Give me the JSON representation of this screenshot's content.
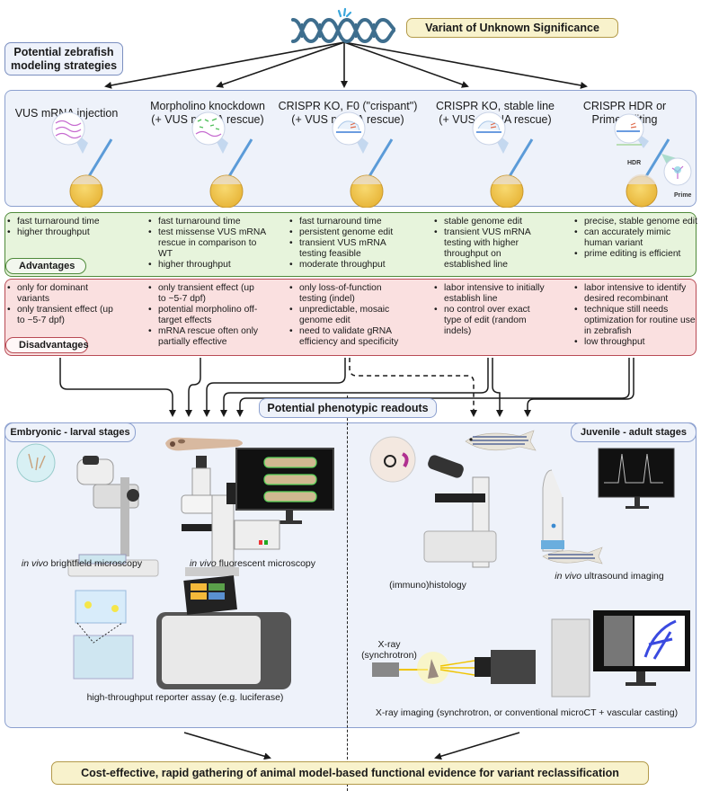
{
  "header": {
    "vus_label": "Variant of Unknown Significance",
    "strategies_label_line1": "Potential zebrafish",
    "strategies_label_line2": "modeling strategies"
  },
  "strategies": [
    {
      "title_line1": "VUS mRNA injection",
      "title_line2": "",
      "icon": "mrna-injection-embryo-icon"
    },
    {
      "title_line1": "Morpholino knockdown",
      "title_line2": "(+ VUS mRNA rescue)",
      "icon": "morpholino-injection-embryo-icon"
    },
    {
      "title_line1": "CRISPR KO, F0 (\"crispant\")",
      "title_line2": "(+ VUS mRNA rescue)",
      "icon": "crispr-injection-embryo-icon"
    },
    {
      "title_line1": "CRISPR KO, stable line",
      "title_line2": "(+ VUS mRNA rescue)",
      "icon": "crispr-injection-embryo-icon"
    },
    {
      "title_line1": "CRISPR HDR or",
      "title_line2": "Prime editing",
      "icon": "hdr-prime-injection-embryo-icon",
      "sub_labels": [
        "HDR",
        "Prime"
      ]
    }
  ],
  "advantages": {
    "label": "Advantages",
    "columns": [
      [
        "fast turnaround time",
        "higher throughput"
      ],
      [
        "fast turnaround time",
        "test missense VUS mRNA rescue in comparison to WT",
        "higher throughput"
      ],
      [
        "fast turnaround time",
        "persistent genome edit",
        "transient VUS mRNA testing feasible",
        "moderate throughput"
      ],
      [
        "stable genome edit",
        "transient VUS mRNA testing with higher throughput on established line"
      ],
      [
        "precise, stable genome edit",
        "can accurately mimic human variant",
        "prime editing is efficient"
      ]
    ]
  },
  "disadvantages": {
    "label": "Disadvantages",
    "columns": [
      [
        "only for dominant variants",
        "only transient effect (up to ~5-7 dpf)"
      ],
      [
        "only transient effect (up to ~5-7 dpf)",
        "potential morpholino off-target effects",
        "mRNA rescue often only partially effective"
      ],
      [
        "only loss-of-function testing (indel)",
        "unpredictable, mosaic genome edit",
        "need to validate gRNA efficiency and specificity"
      ],
      [
        "labor intensive to initially establish line",
        "no control over exact type of edit (random indels)"
      ],
      [
        "labor intensive to identify desired recombinant",
        "technique still needs optimization for routine use in zebrafish",
        "low throughput"
      ]
    ]
  },
  "readouts": {
    "title": "Potential phenotypic readouts",
    "embryonic": {
      "label": "Embryonic - larval stages",
      "methods": [
        {
          "prefix": "in vivo",
          "text": " brightfield microscopy"
        },
        {
          "prefix": "in vivo",
          "text": " fluorescent microscopy"
        },
        {
          "prefix": "",
          "text": "high-throughput reporter assay (e.g. luciferase)"
        }
      ]
    },
    "adult": {
      "label": "Juvenile - adult stages",
      "methods": [
        {
          "prefix": "",
          "text": "(immuno)histology"
        },
        {
          "prefix": "in vivo",
          "text": " ultrasound imaging"
        },
        {
          "prefix": "",
          "text": "X-ray imaging (synchrotron, or conventional microCT + vascular casting)"
        }
      ],
      "xray_source_line1": "X-ray",
      "xray_source_line2": "(synchrotron)"
    }
  },
  "conclusion": "Cost-effective, rapid gathering of animal model-based functional evidence for variant reclassification",
  "colors": {
    "vus_fill": "#f8f2cc",
    "panel_blue": "#eef2fa",
    "panel_border_blue": "#8ca0cf",
    "advantages_fill": "#e7f4dc",
    "advantages_border": "#4f8a3a",
    "disadvantages_fill": "#fae0e0",
    "disadvantages_border": "#b84b55",
    "dna": "#3e6e8e",
    "dna_spark": "#3aa6dc",
    "egg_yolk": "#f3c94e"
  }
}
